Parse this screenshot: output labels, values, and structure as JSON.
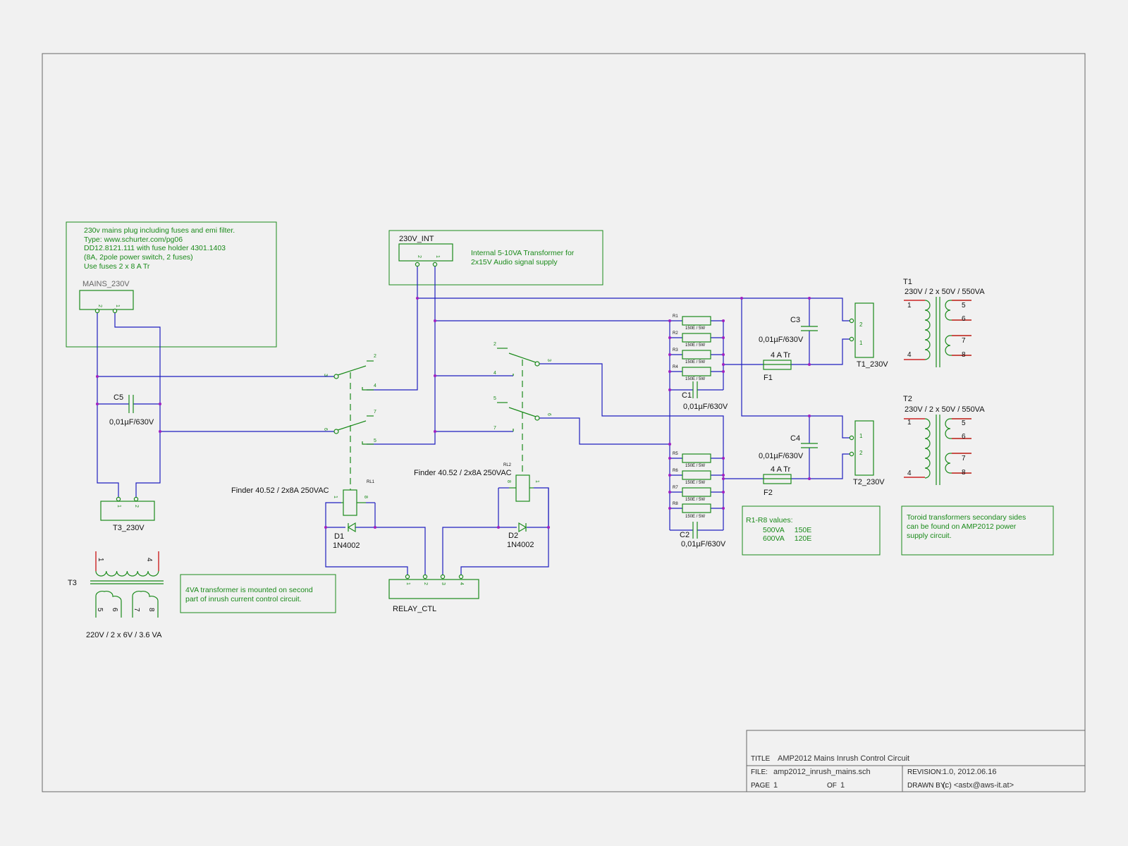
{
  "mains_note": {
    "lines": [
      "230v mains plug including fuses and emi filter.",
      "Type: www.schurter.com/pg06",
      "DD12.8121.111  with fuse holder 4301.1403",
      "(8A, 2pole power switch, 2 fuses)",
      "Use fuses 2 x 8 A Tr"
    ],
    "connector": "MAINS_230V",
    "pins": [
      "2",
      "1"
    ]
  },
  "int_note": {
    "connector": "230V_INT",
    "pins": [
      "2",
      "1"
    ],
    "lines": [
      "Internal 5-10VA Transformer for",
      "2x15V Audio signal supply"
    ]
  },
  "c5": {
    "ref": "C5",
    "value": "0,01µF/630V"
  },
  "t3_conn": {
    "ref": "T3_230V",
    "pins": [
      "1",
      "2"
    ]
  },
  "t3": {
    "ref": "T3",
    "pins": [
      "1",
      "4",
      "5",
      "6",
      "7",
      "8"
    ],
    "rating": "220V / 2 x 6V / 3.6 VA"
  },
  "t3_note": {
    "lines": [
      "4VA transformer is mounted on second",
      "part of inrush current control circuit."
    ]
  },
  "relay1": {
    "ref": "RL1",
    "desc": "Finder 40.52 / 2x8A 250VAC",
    "pins": [
      "1",
      "8",
      "2",
      "3",
      "4",
      "5",
      "6",
      "7"
    ]
  },
  "relay2": {
    "ref": "RL2",
    "desc": "Finder 40.52 / 2x8A 250VAC",
    "pins": [
      "8",
      "1",
      "2",
      "3",
      "4",
      "5",
      "6",
      "7"
    ]
  },
  "d1": {
    "ref": "D1",
    "value": "1N4002"
  },
  "d2": {
    "ref": "D2",
    "value": "1N4002"
  },
  "relay_ctl": {
    "ref": "RELAY_CTL",
    "pins": [
      "1",
      "2",
      "3",
      "4"
    ]
  },
  "resistors": [
    {
      "ref": "R1",
      "value": "150E / 5W"
    },
    {
      "ref": "R2",
      "value": "150E / 5W"
    },
    {
      "ref": "R3",
      "value": "150E / 5W"
    },
    {
      "ref": "R4",
      "value": "150E / 5W"
    },
    {
      "ref": "R5",
      "value": "150E / 5W"
    },
    {
      "ref": "R6",
      "value": "150E / 5W"
    },
    {
      "ref": "R7",
      "value": "150E / 5W"
    },
    {
      "ref": "R8",
      "value": "150E / 5W"
    }
  ],
  "c1": {
    "ref": "C1",
    "value": "0,01µF/630V"
  },
  "c2": {
    "ref": "C2",
    "value": "0,01µF/630V"
  },
  "c3": {
    "ref": "C3",
    "value": "0,01µF/630V"
  },
  "c4": {
    "ref": "C4",
    "value": "0,01µF/630V"
  },
  "f1": {
    "ref": "F1",
    "value": "4 A Tr"
  },
  "f2": {
    "ref": "F2",
    "value": "4 A Tr"
  },
  "t1_conn": {
    "ref": "T1_230V",
    "pins": [
      "2",
      "1"
    ]
  },
  "t2_conn": {
    "ref": "T2_230V",
    "pins": [
      "1",
      "2"
    ]
  },
  "t1": {
    "ref": "T1",
    "rating": "230V / 2 x 50V / 550VA",
    "pins": [
      "1",
      "4",
      "5",
      "6",
      "7",
      "8"
    ]
  },
  "t2": {
    "ref": "T2",
    "rating": "230V / 2 x 50V / 550VA",
    "pins": [
      "1",
      "4",
      "5",
      "6",
      "7",
      "8"
    ]
  },
  "r_values_note": {
    "lines": [
      "R1-R8 values:",
      "500VA     150E",
      "600VA     120E"
    ]
  },
  "toroid_note": {
    "lines": [
      "Toroid transformers secondary sides",
      "can be found on AMP2012 power",
      "supply circuit."
    ]
  },
  "title_block": {
    "title_label": "TITLE",
    "title": "AMP2012 Mains Inrush Control Circuit",
    "file_label": "FILE:",
    "file": "amp2012_inrush_mains.sch",
    "revision_label": "REVISION:",
    "revision": "1.0, 2012.06.16",
    "page_label": "PAGE",
    "page": "1",
    "of_label": "OF",
    "of": "1",
    "drawn_label": "DRAWN BY:",
    "drawn": "(c) <astx@aws-it.at>"
  }
}
